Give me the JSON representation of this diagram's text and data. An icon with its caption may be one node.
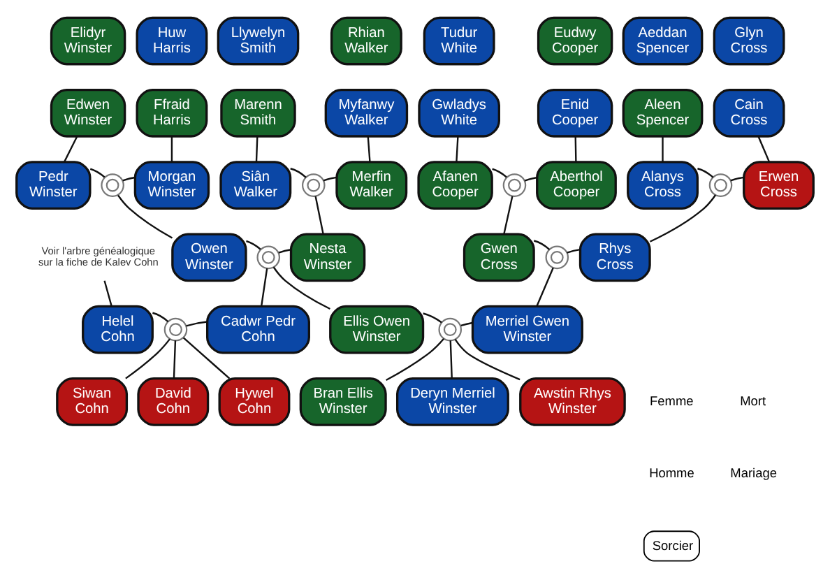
{
  "diagram": {
    "nodes": [
      {
        "text": [
          "Elidyr Winster"
        ]
      },
      {
        "text": [
          "Huw Harris"
        ]
      },
      {
        "text": [
          "Llywelyn Smith"
        ]
      },
      {
        "text": [
          "Rhian Walker"
        ]
      },
      {
        "text": [
          "Tudur White"
        ]
      },
      {
        "text": [
          "Eudwy Cooper"
        ]
      },
      {
        "text": [
          "Aeddan Spencer"
        ]
      },
      {
        "text": [
          "Glyn Cross"
        ]
      },
      {
        "text": [
          "Edwen Winster"
        ]
      },
      {
        "text": [
          "Ffraid Harris"
        ]
      },
      {
        "text": [
          "Marenn Smith"
        ]
      },
      {
        "text": [
          "Myfanwy Walker"
        ]
      },
      {
        "text": [
          "Gwladys White"
        ]
      },
      {
        "text": [
          "Enid Cooper"
        ]
      },
      {
        "text": [
          "Aleen Spencer"
        ]
      },
      {
        "text": [
          "Cain Cross"
        ]
      },
      {
        "text": [
          "Pedr Winster"
        ]
      },
      {
        "text": [],
        "shape": "rings"
      },
      {
        "text": [
          "Morgan Winster"
        ]
      },
      {
        "text": [
          "Siân Walker"
        ]
      },
      {
        "text": [],
        "shape": "rings"
      },
      {
        "text": [
          "Merfin Walker"
        ]
      },
      {
        "text": [
          "Afanen Cooper"
        ]
      },
      {
        "text": [],
        "shape": "rings"
      },
      {
        "text": [
          "Aberthol Cooper"
        ]
      },
      {
        "text": [
          "Alanys Cross"
        ]
      },
      {
        "text": [],
        "shape": "rings"
      },
      {
        "text": [
          "Erwen Cross"
        ]
      },
      {
        "text": [
          "Voir l'arbre généalogique sur la fiche de Kalev Cohn"
        ]
      },
      {
        "text": [
          "Owen Winster"
        ]
      },
      {
        "text": [],
        "shape": "rings"
      },
      {
        "text": [
          "Nesta Winster"
        ]
      },
      {
        "text": [
          "Gwen Cross"
        ]
      },
      {
        "text": [],
        "shape": "rings"
      },
      {
        "text": [
          "Rhys Cross"
        ]
      },
      {
        "text": [
          "Helel Cohn"
        ]
      },
      {
        "text": [],
        "shape": "rings"
      },
      {
        "text": [
          "Cadwr Pedr Cohn"
        ]
      },
      {
        "text": [
          "Ellis Owen Winster"
        ]
      },
      {
        "text": [],
        "shape": "rings"
      },
      {
        "text": [
          "Merriel Gwen Winster"
        ]
      },
      {
        "text": [
          "Siwan Cohn"
        ]
      },
      {
        "text": [
          "David Cohn"
        ]
      },
      {
        "text": [
          "Hywel Cohn"
        ]
      },
      {
        "text": [
          "Bran Ellis Winster"
        ]
      },
      {
        "text": [
          "Deryn Merriel Winster"
        ]
      },
      {
        "text": [
          "Awstin Rhys Winster"
        ]
      }
    ],
    "edges": [
      {
        "from": 8,
        "to": 16,
        "arrow": "none"
      },
      {
        "from": 9,
        "to": 18,
        "arrow": "none"
      },
      {
        "from": 10,
        "to": 19,
        "arrow": "none"
      },
      {
        "from": 11,
        "to": 21,
        "arrow": "none"
      },
      {
        "from": 12,
        "to": 22,
        "arrow": "none"
      },
      {
        "from": 13,
        "to": 24,
        "arrow": "none"
      },
      {
        "from": 14,
        "to": 25,
        "arrow": "none"
      },
      {
        "from": 15,
        "to": 27,
        "arrow": "none"
      },
      {
        "from": 16,
        "to": 17,
        "arrow": "none"
      },
      {
        "from": 17,
        "to": 18,
        "arrow": "none"
      },
      {
        "from": 19,
        "to": 20,
        "arrow": "none"
      },
      {
        "from": 20,
        "to": 21,
        "arrow": "none"
      },
      {
        "from": 22,
        "to": 23,
        "arrow": "none"
      },
      {
        "from": 23,
        "to": 24,
        "arrow": "none"
      },
      {
        "from": 25,
        "to": 26,
        "arrow": "none"
      },
      {
        "from": 26,
        "to": 27,
        "arrow": "none"
      },
      {
        "from": 17,
        "to": 29,
        "arrow": "none"
      },
      {
        "from": 20,
        "to": 31,
        "arrow": "none"
      },
      {
        "from": 23,
        "to": 32,
        "arrow": "none"
      },
      {
        "from": 26,
        "to": 34,
        "arrow": "none"
      },
      {
        "from": 29,
        "to": 30,
        "arrow": "none"
      },
      {
        "from": 30,
        "to": 31,
        "arrow": "none"
      },
      {
        "from": 32,
        "to": 33,
        "arrow": "none"
      },
      {
        "from": 33,
        "to": 34,
        "arrow": "none"
      },
      {
        "from": 28,
        "to": 35,
        "arrow": "none"
      },
      {
        "from": 30,
        "to": 37,
        "arrow": "none"
      },
      {
        "from": 30,
        "to": 38,
        "arrow": "none"
      },
      {
        "from": 33,
        "to": 40,
        "arrow": "none"
      },
      {
        "from": 35,
        "to": 36,
        "arrow": "none"
      },
      {
        "from": 36,
        "to": 37,
        "arrow": "none"
      },
      {
        "from": 38,
        "to": 39,
        "arrow": "none"
      },
      {
        "from": 39,
        "to": 40,
        "arrow": "none"
      },
      {
        "from": 36,
        "to": 41,
        "arrow": "none"
      },
      {
        "from": 36,
        "to": 42,
        "arrow": "none"
      },
      {
        "from": 36,
        "to": 43,
        "arrow": "none"
      },
      {
        "from": 39,
        "to": 44,
        "arrow": "none"
      },
      {
        "from": 39,
        "to": 45,
        "arrow": "none"
      },
      {
        "from": 39,
        "to": 46,
        "arrow": "none"
      }
    ],
    "legend": [
      {
        "text": "Femme"
      },
      {
        "text": "Mort"
      },
      {
        "text": "Homme"
      },
      {
        "text": "Mariage"
      },
      {
        "text": "Sorcier"
      }
    ]
  }
}
